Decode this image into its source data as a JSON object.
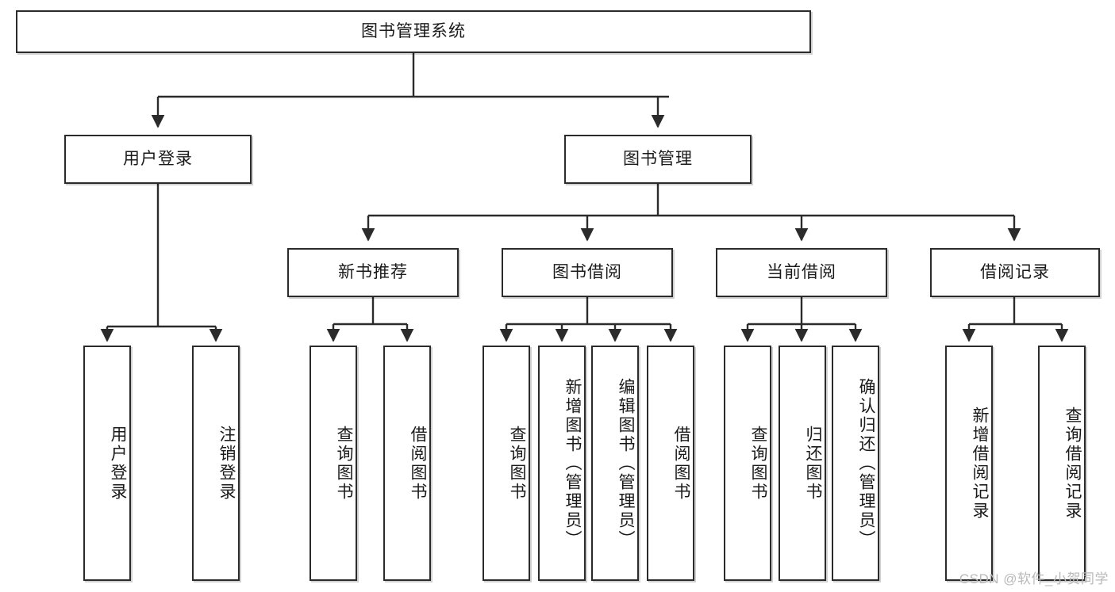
{
  "diagram": {
    "title": "图书管理系统",
    "type": "tree-hierarchy-chart",
    "root": {
      "id": "root",
      "label": "图书管理系统"
    },
    "level2": [
      {
        "id": "user-login",
        "label": "用户登录"
      },
      {
        "id": "book-manage",
        "label": "图书管理"
      }
    ],
    "level3": [
      {
        "id": "new-book-rec",
        "label": "新书推荐"
      },
      {
        "id": "book-borrow",
        "label": "图书借阅"
      },
      {
        "id": "current-borrow",
        "label": "当前借阅"
      },
      {
        "id": "borrow-record",
        "label": "借阅记录"
      }
    ],
    "leaves": {
      "user_login": [
        {
          "id": "leaf-user-login",
          "label": "用户登录"
        },
        {
          "id": "leaf-logout-login",
          "label": "注销登录"
        }
      ],
      "new_book_rec": [
        {
          "id": "leaf-query-book-1",
          "label": "查询图书"
        },
        {
          "id": "leaf-borrow-book-1",
          "label": "借阅图书"
        }
      ],
      "book_borrow": [
        {
          "id": "leaf-query-book-2",
          "label": "查询图书"
        },
        {
          "id": "leaf-add-book",
          "label": "新增图书（管理员）"
        },
        {
          "id": "leaf-edit-book",
          "label": "编辑图书（管理员）"
        },
        {
          "id": "leaf-borrow-book-2",
          "label": "借阅图书"
        }
      ],
      "current_borrow": [
        {
          "id": "leaf-query-book-3",
          "label": "查询图书"
        },
        {
          "id": "leaf-return-book",
          "label": "归还图书"
        },
        {
          "id": "leaf-confirm-return",
          "label": "确认归还（管理员）"
        }
      ],
      "borrow_record": [
        {
          "id": "leaf-add-record",
          "label": "新增借阅记录"
        },
        {
          "id": "leaf-query-record",
          "label": "查询借阅记录"
        }
      ]
    }
  },
  "watermark": {
    "text": "CSDN @软件_小贺同学"
  },
  "colors": {
    "stroke": "#2b2b2b",
    "box_fill": "#ffffff",
    "text": "#1a1a1a",
    "background": "#ffffff",
    "watermark": "#b9b9b9"
  }
}
